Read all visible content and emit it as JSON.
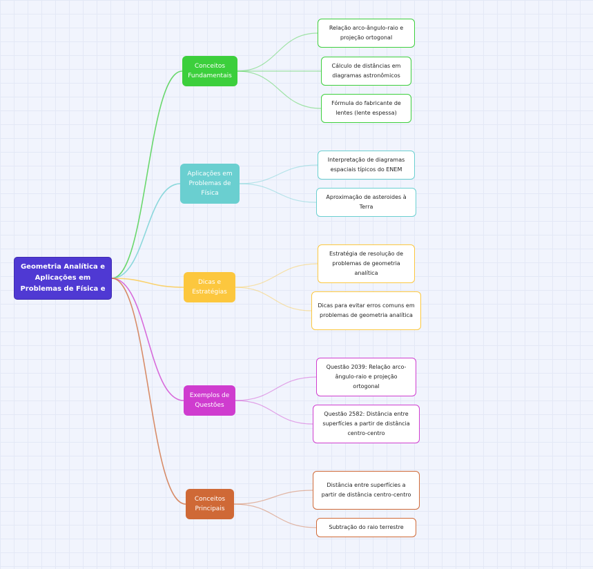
{
  "root": {
    "label": "Geometria Analítica e Aplicações em Problemas de Física e"
  },
  "branches": [
    {
      "id": "b1",
      "label": "Conceitos Fundamentais",
      "color": "#3ccf3c",
      "children": [
        {
          "id": "l1",
          "label": "Relação arco-ângulo-raio e projeção ortogonal"
        },
        {
          "id": "l2",
          "label": "Cálculo de distâncias em diagramas astronômicos"
        },
        {
          "id": "l3",
          "label": "Fórmula do fabricante de lentes (lente espessa)"
        }
      ]
    },
    {
      "id": "b2",
      "label": "Aplicações em Problemas de Física",
      "color": "#6acfd0",
      "children": [
        {
          "id": "l4",
          "label": "Interpretação de diagramas espaciais típicos do ENEM"
        },
        {
          "id": "l5",
          "label": "Aproximação de asteroides à Terra"
        }
      ]
    },
    {
      "id": "b3",
      "label": "Dicas e Estratégias",
      "color": "#fcc73e",
      "children": [
        {
          "id": "l6",
          "label": "Estratégia de resolução de problemas de geometria analítica"
        },
        {
          "id": "l7",
          "label": "Dicas para evitar erros comuns em problemas de geometria analítica"
        }
      ]
    },
    {
      "id": "b4",
      "label": "Exemplos de Questões",
      "color": "#cf3ccf",
      "children": [
        {
          "id": "l8",
          "label": "Questão 2039: Relação arco-ângulo-raio e projeção ortogonal"
        },
        {
          "id": "l9",
          "label": "Questão 2582: Distância entre superfícies a partir de distância centro-centro"
        }
      ]
    },
    {
      "id": "b5",
      "label": "Conceitos Principais",
      "color": "#cf6936",
      "children": [
        {
          "id": "l10",
          "label": "Distância entre superfícies a partir de distância centro-centro"
        },
        {
          "id": "l11",
          "label": "Subtração do raio terrestre"
        }
      ]
    }
  ]
}
